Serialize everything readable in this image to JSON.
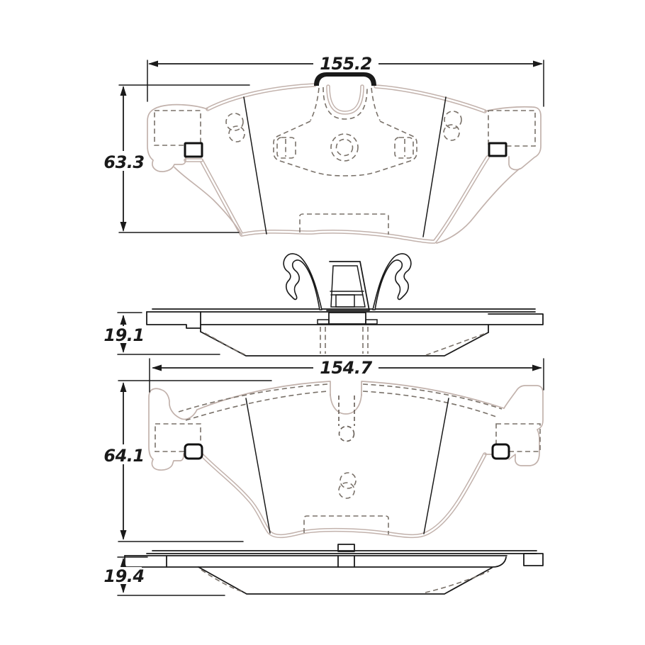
{
  "document": {
    "type": "technical-drawing",
    "subject": "Disc brake pad set dimensional diagram (front and edge views of outer and inner pads)"
  },
  "colors": {
    "outline": "#c2b2ac",
    "hidden_lines": "#7a726a",
    "ink": "#1a1a1a",
    "background": "#ffffff"
  },
  "views": {
    "outer_pad_front": {
      "width_mm": "155.2",
      "height_mm": "63.3"
    },
    "outer_pad_edge": {
      "thickness_mm": "19.1"
    },
    "inner_pad_front": {
      "width_mm": "154.7",
      "height_mm": "64.1"
    },
    "inner_pad_edge": {
      "thickness_mm": "19.4"
    }
  }
}
